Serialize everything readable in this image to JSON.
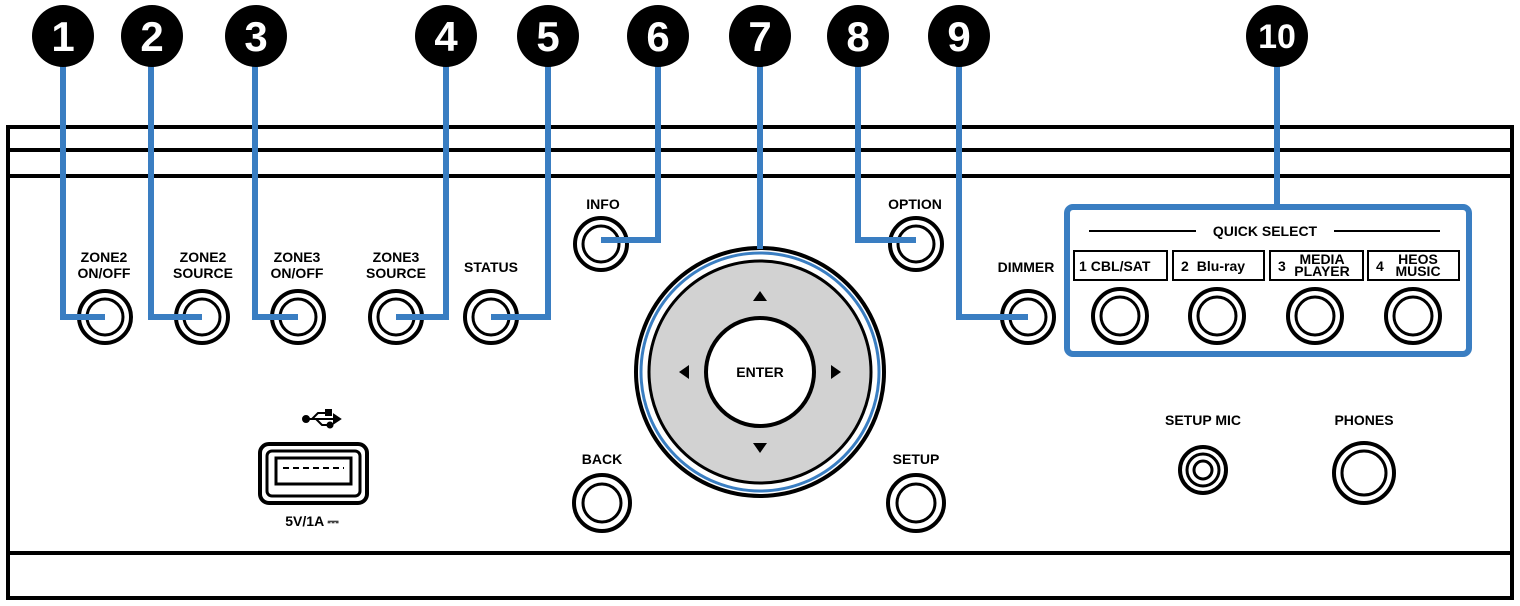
{
  "callouts": [
    "1",
    "2",
    "3",
    "4",
    "5",
    "6",
    "7",
    "8",
    "9",
    "10"
  ],
  "buttons": {
    "zone2_on_off": [
      "ZONE2",
      "ON/OFF"
    ],
    "zone2_source": [
      "ZONE2",
      "SOURCE"
    ],
    "zone3_on_off": [
      "ZONE3",
      "ON/OFF"
    ],
    "zone3_source": [
      "ZONE3",
      "SOURCE"
    ],
    "status": "STATUS",
    "info": "INFO",
    "option": "OPTION",
    "dimmer": "DIMMER",
    "back": "BACK",
    "setup": "SETUP",
    "enter": "ENTER"
  },
  "quick_select": {
    "title": "QUICK SELECT",
    "slots": [
      {
        "num": "1",
        "name": [
          "CBL/SAT"
        ]
      },
      {
        "num": "2",
        "name": [
          "Blu-ray"
        ]
      },
      {
        "num": "3",
        "name": [
          "MEDIA",
          "PLAYER"
        ]
      },
      {
        "num": "4",
        "name": [
          "HEOS",
          "MUSIC"
        ]
      }
    ]
  },
  "usb": {
    "rating": "5V/1A ⎓"
  },
  "jacks": {
    "setup_mic": "SETUP MIC",
    "phones": "PHONES"
  },
  "colors": {
    "callout_line": "#3a7ec2",
    "panel_outline": "#000000",
    "dpad_ring": "#d2d2d2",
    "callout_badge": "#000000"
  }
}
